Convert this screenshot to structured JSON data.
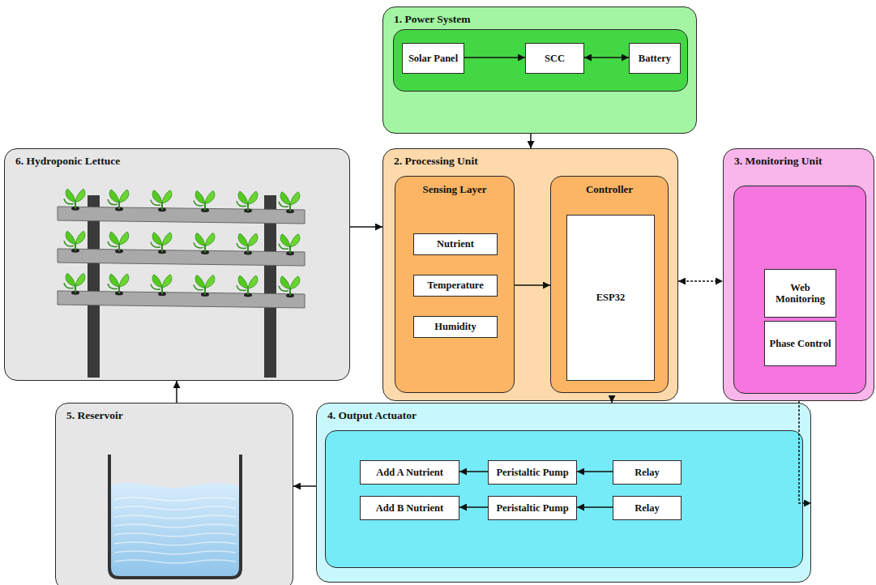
{
  "diagram": {
    "nodes": [
      {
        "text": [
          "1. Power System"
        ]
      },
      {
        "text": [
          "Solar Panel"
        ],
        "in": 0
      },
      {
        "text": [
          "SCC"
        ],
        "in": 0
      },
      {
        "text": [
          "Battery"
        ],
        "in": 0
      },
      {
        "text": [
          "6. Hydroponic Lettuce"
        ]
      },
      {
        "text": [
          "2. Processing Unit"
        ]
      },
      {
        "text": [
          "Sensing Layer"
        ],
        "in": 5
      },
      {
        "text": [
          "Nutrient"
        ],
        "in": 6
      },
      {
        "text": [
          "Temperature"
        ],
        "in": 6
      },
      {
        "text": [
          "Humidity"
        ],
        "in": 6
      },
      {
        "text": [
          "Controller"
        ],
        "in": 5
      },
      {
        "text": [
          "ESP32"
        ],
        "in": 10
      },
      {
        "text": [
          "3. Monitoring Unit"
        ]
      },
      {
        "text": [
          "Web Monitoring"
        ],
        "in": 12
      },
      {
        "text": [
          "Phase Control"
        ],
        "in": 12
      },
      {
        "text": [
          "5. Reservoir"
        ]
      },
      {
        "text": [
          "4. Output Actuator"
        ]
      },
      {
        "text": [
          "Add A Nutrient"
        ],
        "in": 16
      },
      {
        "text": [
          "Peristaltic Pump"
        ],
        "in": 16
      },
      {
        "text": [
          "Relay"
        ],
        "in": 16
      },
      {
        "text": [
          "Add B Nutrient"
        ],
        "in": 16
      },
      {
        "text": [
          "Peristaltic Pump"
        ],
        "in": 16
      },
      {
        "text": [
          "Relay"
        ],
        "in": 16
      }
    ],
    "edges": [
      {
        "from": 1,
        "to": 2,
        "arrow": "to"
      },
      {
        "from": 2,
        "to": 3,
        "arrow": "both"
      },
      {
        "from": 0,
        "to": 5,
        "arrow": "to"
      },
      {
        "from": 4,
        "to": 5,
        "arrow": "to"
      },
      {
        "from": 6,
        "to": 10,
        "arrow": "to"
      },
      {
        "from": 5,
        "to": 12,
        "arrow": "both"
      },
      {
        "from": 5,
        "to": 16,
        "arrow": "to"
      },
      {
        "from": 12,
        "to": 16,
        "arrow": "to"
      },
      {
        "from": 19,
        "to": 18,
        "arrow": "to"
      },
      {
        "from": 18,
        "to": 17,
        "arrow": "to"
      },
      {
        "from": 22,
        "to": 21,
        "arrow": "to"
      },
      {
        "from": 21,
        "to": 20,
        "arrow": "to"
      },
      {
        "from": 16,
        "to": 15,
        "arrow": "to"
      },
      {
        "from": 15,
        "to": 4,
        "arrow": "to"
      }
    ]
  }
}
